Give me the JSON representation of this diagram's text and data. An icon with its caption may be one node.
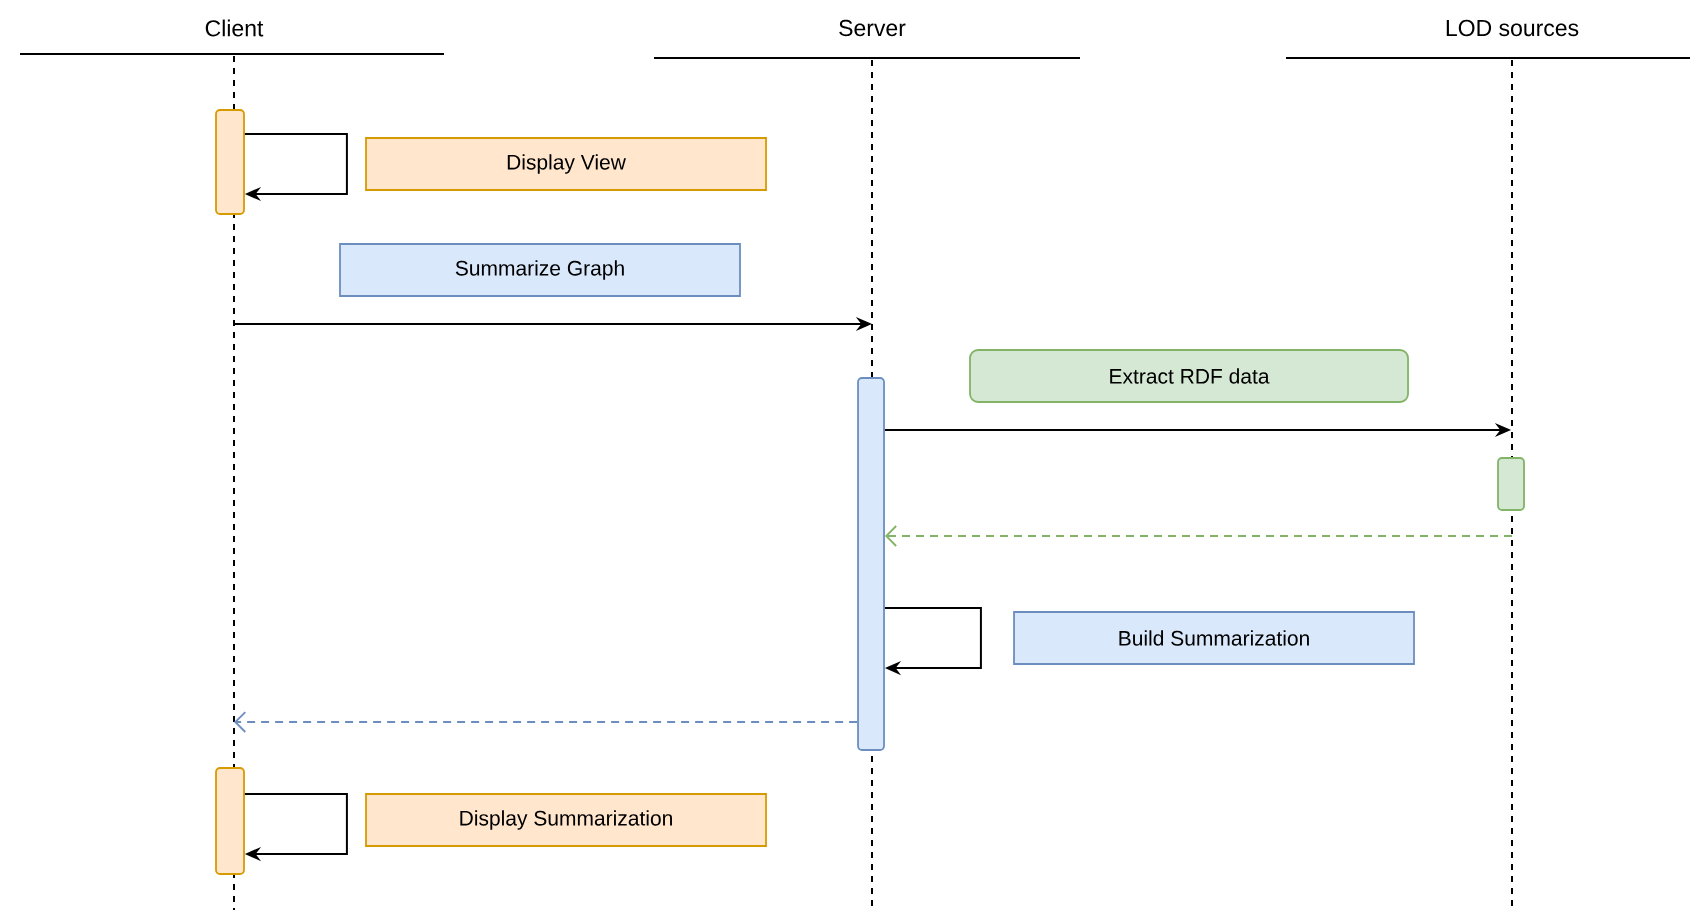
{
  "diagram": {
    "nodes": [
      {
        "text": [
          "Client"
        ]
      },
      {
        "text": [
          "Server"
        ]
      },
      {
        "text": [
          "LOD sources"
        ]
      },
      {
        "text": [],
        "shape": "line"
      },
      {
        "text": [],
        "shape": "line"
      },
      {
        "text": [],
        "shape": "line"
      },
      {
        "text": [],
        "shape": "bar"
      },
      {
        "text": [
          "Display View"
        ]
      },
      {
        "text": [
          "Summarize Graph"
        ]
      },
      {
        "text": [],
        "shape": "bar"
      },
      {
        "text": [
          "Extract RDF data"
        ]
      },
      {
        "text": [],
        "shape": "bar"
      },
      {
        "text": [
          "Build Summarization"
        ]
      },
      {
        "text": [],
        "shape": "bar"
      },
      {
        "text": [
          "Display Summarization"
        ]
      }
    ],
    "edges": [
      {
        "from": 6,
        "to": 6,
        "arrow": "to"
      },
      {
        "from": 3,
        "to": 4,
        "arrow": "to"
      },
      {
        "from": 9,
        "to": 11,
        "arrow": "to"
      },
      {
        "from": 5,
        "to": 9,
        "arrow": "to",
        "style": "dashed",
        "color": "#82b366"
      },
      {
        "from": 9,
        "to": 9,
        "arrow": "to"
      },
      {
        "from": 9,
        "to": 3,
        "arrow": "to",
        "style": "dashed",
        "color": "#6c8ebf"
      },
      {
        "from": 13,
        "to": 13,
        "arrow": "to"
      }
    ]
  }
}
